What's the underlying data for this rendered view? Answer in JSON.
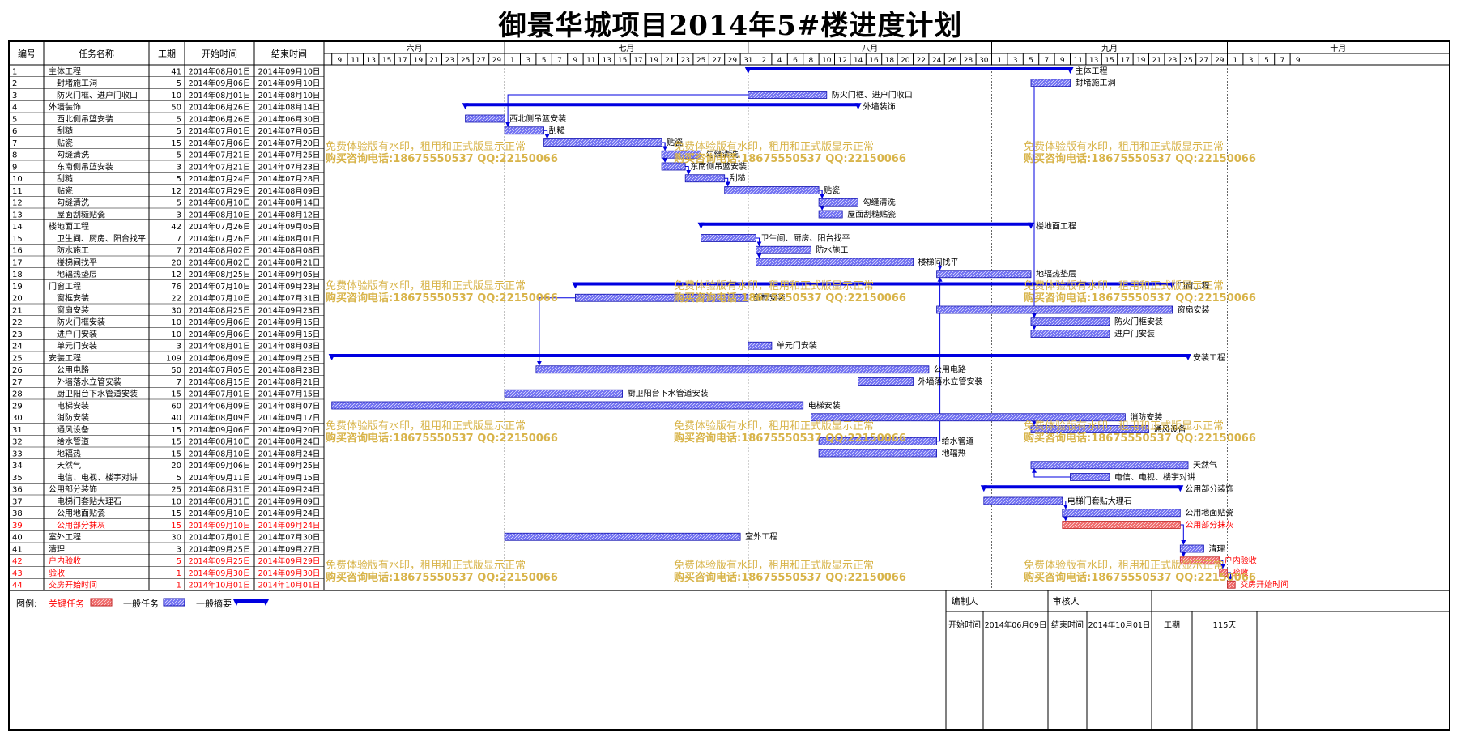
{
  "title": "御景华城项目2014年5#楼进度计划",
  "columns": {
    "id": "编号",
    "name": "任务名称",
    "dur": "工期",
    "start": "开始时间",
    "end": "结束时间"
  },
  "months": [
    "六月",
    "七月",
    "八月",
    "九月",
    "十月"
  ],
  "day_ticks": [
    "9",
    "11",
    "13",
    "15",
    "17",
    "19",
    "21",
    "23",
    "25",
    "27",
    "29",
    "1",
    "3",
    "5",
    "7",
    "9",
    "11",
    "13",
    "15",
    "17",
    "19",
    "21",
    "23",
    "25",
    "27",
    "29",
    "31",
    "2",
    "4",
    "6",
    "8",
    "10",
    "12",
    "14",
    "16",
    "18",
    "20",
    "22",
    "24",
    "26",
    "28",
    "30",
    "1",
    "3",
    "5",
    "7",
    "9",
    "11",
    "13",
    "15",
    "17",
    "19",
    "21",
    "23",
    "25",
    "27",
    "29",
    "1",
    "3",
    "5",
    "7",
    "9"
  ],
  "tasks": [
    {
      "id": "1",
      "name": "主体工程",
      "dur": "41",
      "start": "2014年08月01日",
      "end": "2014年09月10日",
      "type": "summary",
      "level": 0
    },
    {
      "id": "2",
      "name": "封堵施工洞",
      "dur": "5",
      "start": "2014年09月06日",
      "end": "2014年09月10日",
      "type": "normal",
      "level": 1
    },
    {
      "id": "3",
      "name": "防火门框、进户门收口",
      "dur": "10",
      "start": "2014年08月01日",
      "end": "2014年08月10日",
      "type": "normal",
      "level": 1
    },
    {
      "id": "4",
      "name": "外墙装饰",
      "dur": "50",
      "start": "2014年06月26日",
      "end": "2014年08月14日",
      "type": "summary",
      "level": 0
    },
    {
      "id": "5",
      "name": "西北侧吊篮安装",
      "dur": "5",
      "start": "2014年06月26日",
      "end": "2014年06月30日",
      "type": "normal",
      "level": 1
    },
    {
      "id": "6",
      "name": "刮糙",
      "dur": "5",
      "start": "2014年07月01日",
      "end": "2014年07月05日",
      "type": "normal",
      "level": 1
    },
    {
      "id": "7",
      "name": "贴瓷",
      "dur": "15",
      "start": "2014年07月06日",
      "end": "2014年07月20日",
      "type": "normal",
      "level": 1
    },
    {
      "id": "8",
      "name": "勾缝清洗",
      "dur": "5",
      "start": "2014年07月21日",
      "end": "2014年07月25日",
      "type": "normal",
      "level": 1
    },
    {
      "id": "9",
      "name": "东南侧吊篮安装",
      "dur": "3",
      "start": "2014年07月21日",
      "end": "2014年07月23日",
      "type": "normal",
      "level": 1
    },
    {
      "id": "10",
      "name": "刮糙",
      "dur": "5",
      "start": "2014年07月24日",
      "end": "2014年07月28日",
      "type": "normal",
      "level": 1
    },
    {
      "id": "11",
      "name": "贴瓷",
      "dur": "12",
      "start": "2014年07月29日",
      "end": "2014年08月09日",
      "type": "normal",
      "level": 1
    },
    {
      "id": "12",
      "name": "勾缝清洗",
      "dur": "5",
      "start": "2014年08月10日",
      "end": "2014年08月14日",
      "type": "normal",
      "level": 1
    },
    {
      "id": "13",
      "name": "屋面刮糙贴瓷",
      "dur": "3",
      "start": "2014年08月10日",
      "end": "2014年08月12日",
      "type": "normal",
      "level": 1
    },
    {
      "id": "14",
      "name": "楼地面工程",
      "dur": "42",
      "start": "2014年07月26日",
      "end": "2014年09月05日",
      "type": "summary",
      "level": 0
    },
    {
      "id": "15",
      "name": "卫生间、厨房、阳台找平",
      "dur": "7",
      "start": "2014年07月26日",
      "end": "2014年08月01日",
      "type": "normal",
      "level": 1
    },
    {
      "id": "16",
      "name": "防水施工",
      "dur": "7",
      "start": "2014年08月02日",
      "end": "2014年08月08日",
      "type": "normal",
      "level": 1
    },
    {
      "id": "17",
      "name": "楼梯间找平",
      "dur": "20",
      "start": "2014年08月02日",
      "end": "2014年08月21日",
      "type": "normal",
      "level": 1
    },
    {
      "id": "18",
      "name": "地辐热垫层",
      "dur": "12",
      "start": "2014年08月25日",
      "end": "2014年09月05日",
      "type": "normal",
      "level": 1
    },
    {
      "id": "19",
      "name": "门窗工程",
      "dur": "76",
      "start": "2014年07月10日",
      "end": "2014年09月23日",
      "type": "summary",
      "level": 0
    },
    {
      "id": "20",
      "name": "窗框安装",
      "dur": "22",
      "start": "2014年07月10日",
      "end": "2014年07月31日",
      "type": "normal",
      "level": 1
    },
    {
      "id": "21",
      "name": "窗扇安装",
      "dur": "30",
      "start": "2014年08月25日",
      "end": "2014年09月23日",
      "type": "normal",
      "level": 1
    },
    {
      "id": "22",
      "name": "防火门框安装",
      "dur": "10",
      "start": "2014年09月06日",
      "end": "2014年09月15日",
      "type": "normal",
      "level": 1
    },
    {
      "id": "23",
      "name": "进户门安装",
      "dur": "10",
      "start": "2014年09月06日",
      "end": "2014年09月15日",
      "type": "normal",
      "level": 1
    },
    {
      "id": "24",
      "name": "单元门安装",
      "dur": "3",
      "start": "2014年08月01日",
      "end": "2014年08月03日",
      "type": "normal",
      "level": 1
    },
    {
      "id": "25",
      "name": "安装工程",
      "dur": "109",
      "start": "2014年06月09日",
      "end": "2014年09月25日",
      "type": "summary",
      "level": 0
    },
    {
      "id": "26",
      "name": "公用电路",
      "dur": "50",
      "start": "2014年07月05日",
      "end": "2014年08月23日",
      "type": "normal",
      "level": 1
    },
    {
      "id": "27",
      "name": "外墙落水立管安装",
      "dur": "7",
      "start": "2014年08月15日",
      "end": "2014年08月21日",
      "type": "normal",
      "level": 1
    },
    {
      "id": "28",
      "name": "厨卫阳台下水管道安装",
      "dur": "15",
      "start": "2014年07月01日",
      "end": "2014年07月15日",
      "type": "normal",
      "level": 1
    },
    {
      "id": "29",
      "name": "电梯安装",
      "dur": "60",
      "start": "2014年06月09日",
      "end": "2014年08月07日",
      "type": "normal",
      "level": 1
    },
    {
      "id": "30",
      "name": "消防安装",
      "dur": "40",
      "start": "2014年08月09日",
      "end": "2014年09月17日",
      "type": "normal",
      "level": 1
    },
    {
      "id": "31",
      "name": "通风设备",
      "dur": "15",
      "start": "2014年09月06日",
      "end": "2014年09月20日",
      "type": "normal",
      "level": 1
    },
    {
      "id": "32",
      "name": "给水管道",
      "dur": "15",
      "start": "2014年08月10日",
      "end": "2014年08月24日",
      "type": "normal",
      "level": 1
    },
    {
      "id": "33",
      "name": "地辐热",
      "dur": "15",
      "start": "2014年08月10日",
      "end": "2014年08月24日",
      "type": "normal",
      "level": 1
    },
    {
      "id": "34",
      "name": "天然气",
      "dur": "20",
      "start": "2014年09月06日",
      "end": "2014年09月25日",
      "type": "normal",
      "level": 1
    },
    {
      "id": "35",
      "name": "电信、电视、楼宇对讲",
      "dur": "5",
      "start": "2014年09月11日",
      "end": "2014年09月15日",
      "type": "normal",
      "level": 1
    },
    {
      "id": "36",
      "name": "公用部分装饰",
      "dur": "25",
      "start": "2014年08月31日",
      "end": "2014年09月24日",
      "type": "summary",
      "level": 0
    },
    {
      "id": "37",
      "name": "电梯门套贴大理石",
      "dur": "10",
      "start": "2014年08月31日",
      "end": "2014年09月09日",
      "type": "normal",
      "level": 1
    },
    {
      "id": "38",
      "name": "公用地面贴瓷",
      "dur": "15",
      "start": "2014年09月10日",
      "end": "2014年09月24日",
      "type": "normal",
      "level": 1
    },
    {
      "id": "39",
      "name": "公用部分抹灰",
      "dur": "15",
      "start": "2014年09月10日",
      "end": "2014年09月24日",
      "type": "critical",
      "level": 1
    },
    {
      "id": "40",
      "name": "室外工程",
      "dur": "30",
      "start": "2014年07月01日",
      "end": "2014年07月30日",
      "type": "normal",
      "level": 0
    },
    {
      "id": "41",
      "name": "清理",
      "dur": "3",
      "start": "2014年09月25日",
      "end": "2014年09月27日",
      "type": "normal",
      "level": 0
    },
    {
      "id": "42",
      "name": "户内验收",
      "dur": "5",
      "start": "2014年09月25日",
      "end": "2014年09月29日",
      "type": "critical",
      "level": 0
    },
    {
      "id": "43",
      "name": "验收",
      "dur": "1",
      "start": "2014年09月30日",
      "end": "2014年09月30日",
      "type": "critical",
      "level": 0
    },
    {
      "id": "44",
      "name": "交房开始时间",
      "dur": "1",
      "start": "2014年10月01日",
      "end": "2014年10月01日",
      "type": "critical",
      "level": 0
    }
  ],
  "watermark": {
    "line1": "免费体验版有水印，租用和正式版显示正常",
    "line2": "购买咨询电话:18675550537 QQ:22150066"
  },
  "legend": {
    "label": "图例:",
    "critical": "关键任务",
    "normal": "一般任务",
    "summary": "一般摘要"
  },
  "footer": {
    "prepared_by": "编制人",
    "reviewed_by": "审核人",
    "start_label": "开始时间",
    "start_value": "2014年06月09日",
    "end_label": "结束时间",
    "end_value": "2014年10月01日",
    "dur_label": "工期",
    "dur_value": "115天"
  },
  "colors": {
    "bar": "#7272f2",
    "bar_border": "#1010b0",
    "summary": "#0000e0",
    "critical": "#f06b6b",
    "critical_text": "#ff0000",
    "watermark": "#d8b44a",
    "link": "#0000e0"
  }
}
